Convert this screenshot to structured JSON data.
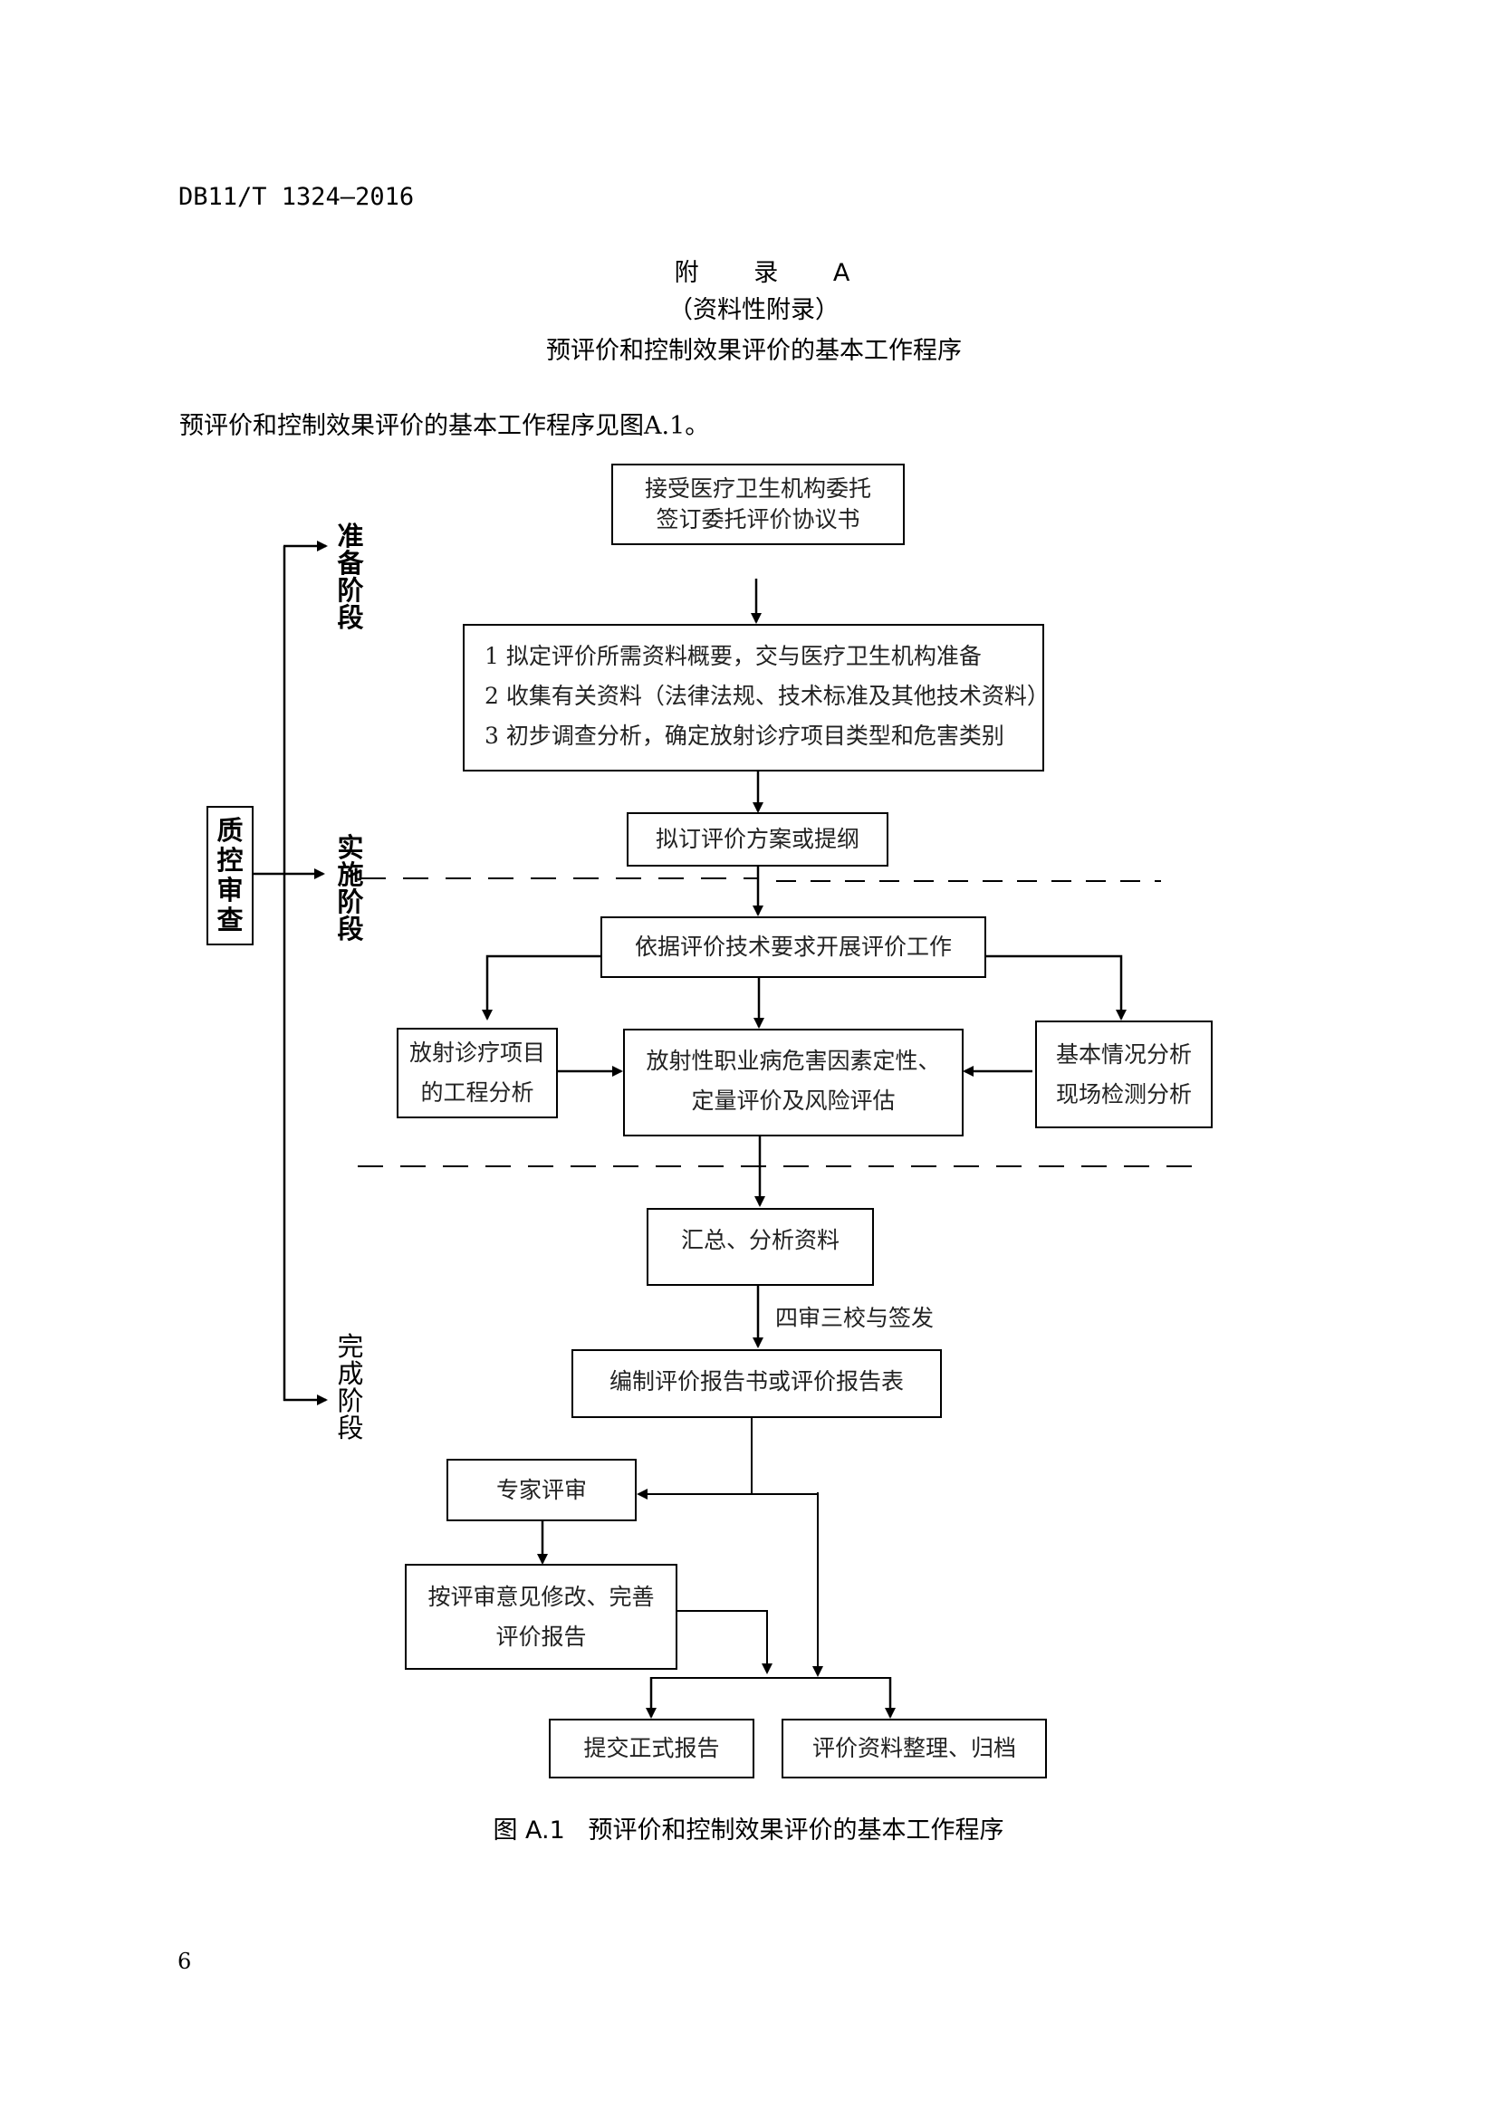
{
  "header": {
    "doc_code": "DB11/T 1324—2016"
  },
  "appendix": {
    "label": "附 录 A",
    "type": "（资料性附录）",
    "title": "预评价和控制效果评价的基本工作程序"
  },
  "intro_text": "预评价和控制效果评价的基本工作程序见图A.1。",
  "flowchart": {
    "stages": {
      "preparation": [
        "准",
        "备",
        "阶",
        "段"
      ],
      "implementation": [
        "实",
        "施",
        "阶",
        "段"
      ],
      "completion": [
        "完",
        "成",
        "阶",
        "段"
      ]
    },
    "quality_control": [
      "质",
      "控",
      "审",
      "查"
    ],
    "nodes": {
      "accept_commission": [
        "接受医疗卫生机构委托",
        "签订委托评价协议书"
      ],
      "preparation_steps": [
        "1 拟定评价所需资料概要，交与医疗卫生机构准备",
        "2 收集有关资料（法律法规、技术标准及其他技术资料）",
        "3 初步调查分析，确定放射诊疗项目类型和危害类别"
      ],
      "draft_plan": "拟订评价方案或提纲",
      "conduct_evaluation": "依据评价技术要求开展评价工作",
      "engineering_analysis": [
        "放射诊疗项目",
        "的工程分析"
      ],
      "hazard_evaluation": [
        "放射性职业病危害因素定性、",
        "定量评价及风险评估"
      ],
      "site_analysis": [
        "基本情况分析",
        "现场检测分析"
      ],
      "summarize": "汇总、分析资料",
      "review_label": "四审三校与签发",
      "compile_report": "编制评价报告书或评价报告表",
      "expert_review": "专家评审",
      "revise_report": [
        "按评审意见修改、完善",
        "评价报告"
      ],
      "submit_report": "提交正式报告",
      "archive": "评价资料整理、归档"
    }
  },
  "figure_caption": "图 A.1   预评价和控制效果评价的基本工作程序",
  "page_number": "6"
}
